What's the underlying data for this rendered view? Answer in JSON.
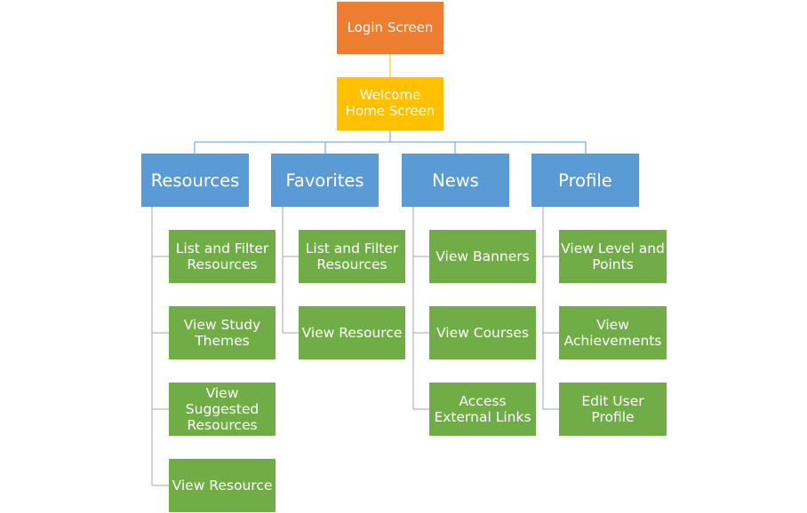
{
  "colors": {
    "login": "#ed7d31",
    "home": "#ffc000",
    "section": "#5b9bd5",
    "leaf": "#70ad47",
    "connector_top": "#f2c200",
    "connector_mid": "#5b9bd5",
    "connector_leaf": "#a5a5a5"
  },
  "login": {
    "label": "Login Screen"
  },
  "home": {
    "label": "Welcome\nHome Screen"
  },
  "sections": [
    {
      "label": "Resources",
      "items": [
        {
          "label": "List and Filter\nResources"
        },
        {
          "label": "View Study\nThemes"
        },
        {
          "label": "View\nSuggested\nResources"
        },
        {
          "label": "View Resource"
        }
      ]
    },
    {
      "label": "Favorites",
      "items": [
        {
          "label": "List and Filter\nResources"
        },
        {
          "label": "View Resource"
        }
      ]
    },
    {
      "label": "News",
      "items": [
        {
          "label": "View Banners"
        },
        {
          "label": "View Courses"
        },
        {
          "label": "Access\nExternal Links"
        }
      ]
    },
    {
      "label": "Profile",
      "items": [
        {
          "label": "View Level and\nPoints"
        },
        {
          "label": "View\nAchievements"
        },
        {
          "label": "Edit User\nProfile"
        }
      ]
    }
  ]
}
